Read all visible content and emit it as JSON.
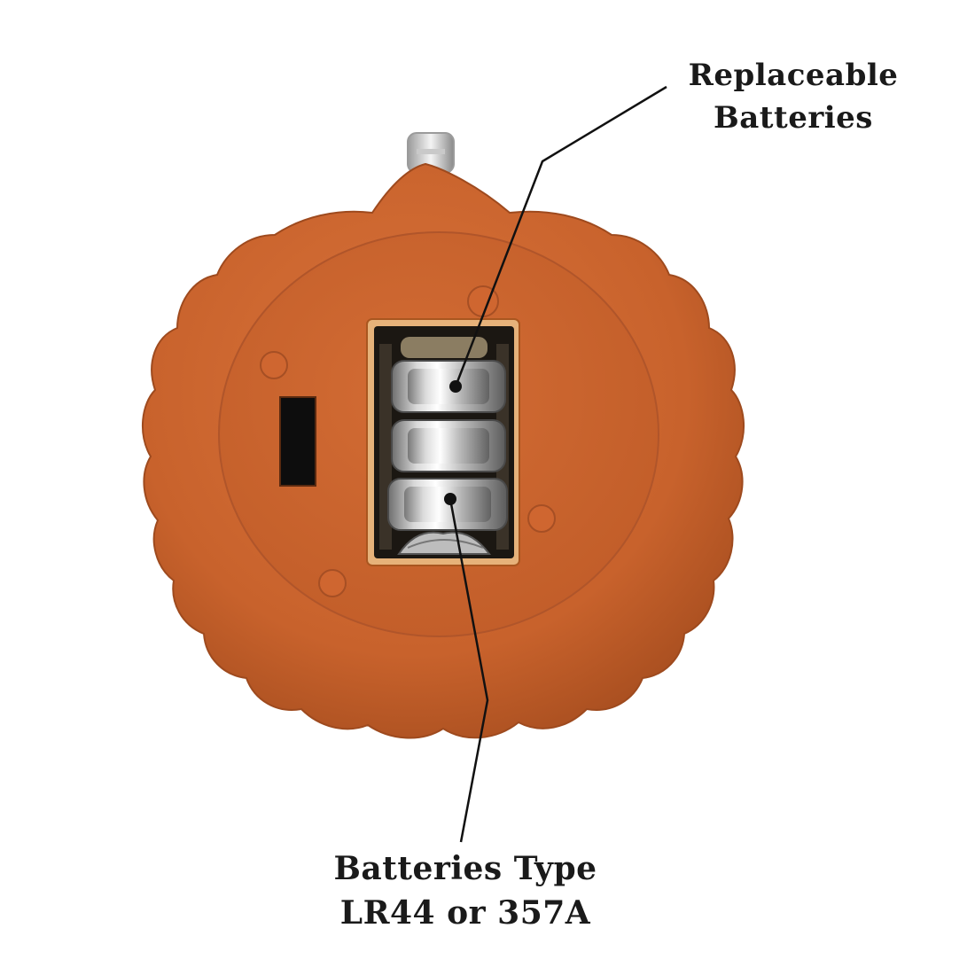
{
  "callouts": {
    "top": {
      "line1": "Replaceable",
      "line2": "Batteries"
    },
    "bottom": {
      "line1": "Batteries Type",
      "line2": "LR44 or 357A"
    }
  },
  "colors": {
    "background": "#ffffff",
    "body_orange": "#c9652e",
    "body_shadow": "#a84f22",
    "battery_silver": "#c8c8c8",
    "compartment_dark": "#1b1712",
    "text": "#1a1a1a"
  }
}
